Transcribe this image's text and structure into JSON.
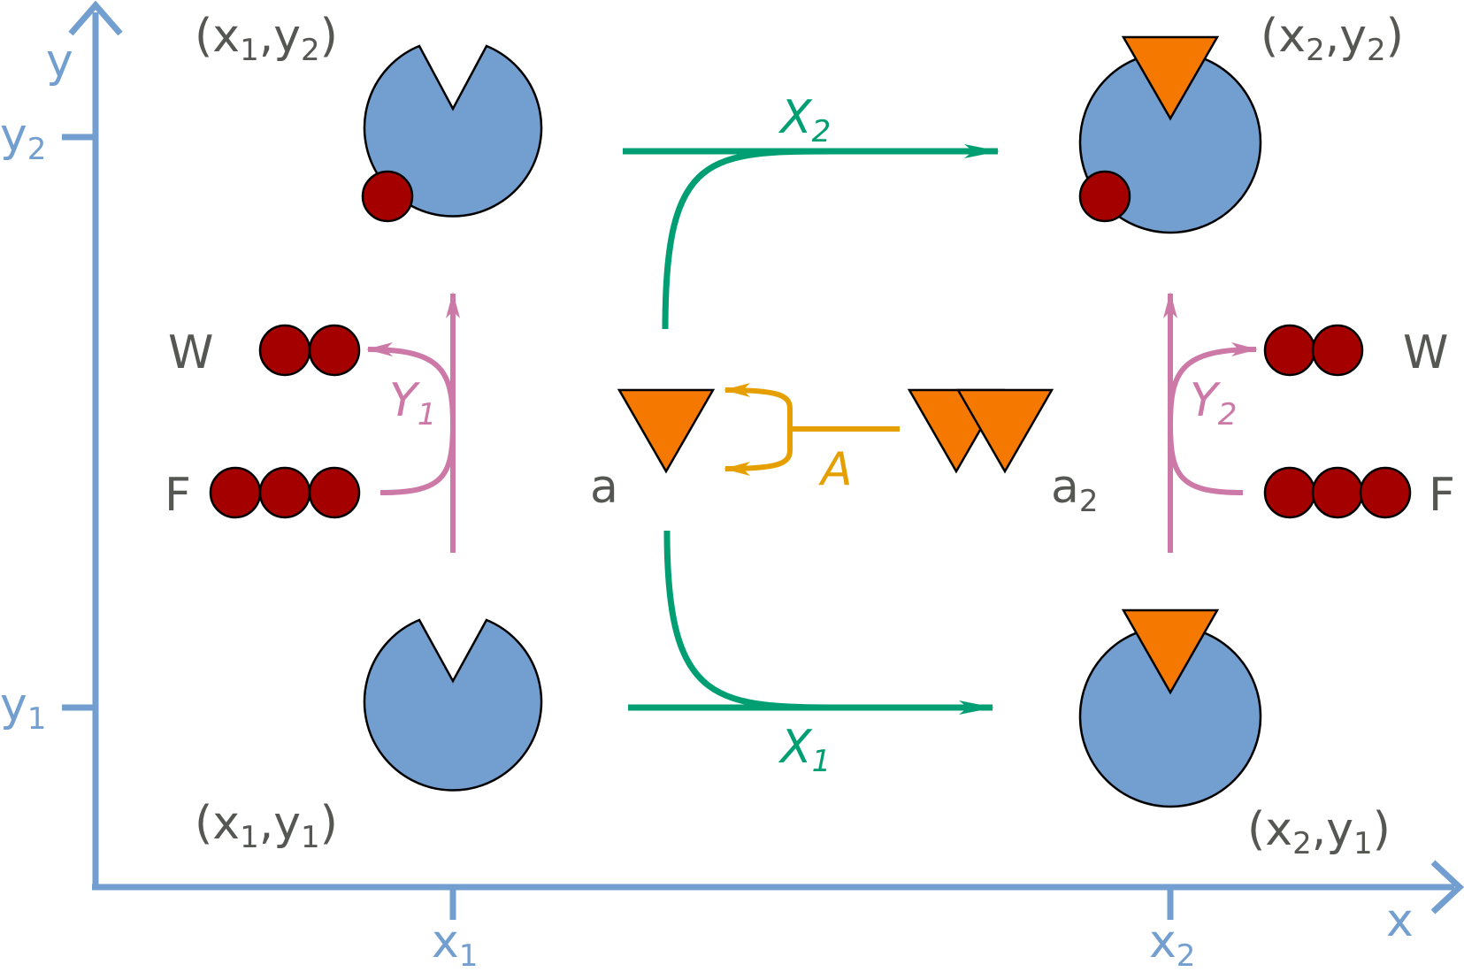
{
  "colors": {
    "axis": "#729fcf",
    "enzyme": "#729fcf",
    "ligand": "#f57900",
    "particle": "#a40000",
    "green": "#009e73",
    "pink": "#cc79a7",
    "gold": "#e69f00",
    "text": "#555753",
    "outline": "#000000"
  },
  "axes": {
    "x_label": "x",
    "y_label": "y",
    "x_ticks": [
      {
        "base": "x",
        "sub": "1"
      },
      {
        "base": "x",
        "sub": "2"
      }
    ],
    "y_ticks": [
      {
        "base": "y",
        "sub": "1"
      },
      {
        "base": "y",
        "sub": "2"
      }
    ]
  },
  "states": {
    "x1y2": {
      "open": "(",
      "a": "x",
      "a_sub": "1",
      "comma": ",",
      "b": "y",
      "b_sub": "2",
      "close": ")"
    },
    "x2y2": {
      "open": "(",
      "a": "x",
      "a_sub": "2",
      "comma": ",",
      "b": "y",
      "b_sub": "2",
      "close": ")"
    },
    "x1y1": {
      "open": "(",
      "a": "x",
      "a_sub": "1",
      "comma": ",",
      "b": "y",
      "b_sub": "1",
      "close": ")"
    },
    "x2y1": {
      "open": "(",
      "a": "x",
      "a_sub": "2",
      "comma": ",",
      "b": "y",
      "b_sub": "1",
      "close": ")"
    }
  },
  "fluxes": {
    "X2": {
      "base": "X",
      "sub": "2"
    },
    "X1": {
      "base": "X",
      "sub": "1"
    },
    "Y1": {
      "base": "Y",
      "sub": "1"
    },
    "Y2": {
      "base": "Y",
      "sub": "2"
    },
    "A": "A"
  },
  "species": {
    "W_left": "W",
    "W_right": "W",
    "F_left": "F",
    "F_right": "F",
    "a": "a",
    "a2": {
      "base": "a",
      "sub": "2"
    }
  }
}
